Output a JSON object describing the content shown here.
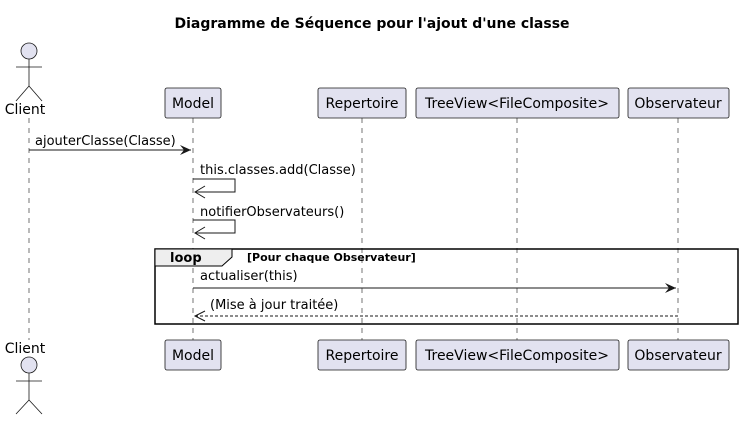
{
  "title": "Diagramme de Séquence pour l'ajout d'une classe",
  "participants": {
    "client": "Client",
    "model": "Model",
    "repertoire": "Repertoire",
    "treeview": "TreeView<FileComposite>",
    "observateur": "Observateur"
  },
  "messages": {
    "m1": "ajouterClasse(Classe)",
    "m2": "this.classes.add(Classe)",
    "m3": "notifierObservateurs()",
    "m4": "actualiser(this)",
    "m5": "(Mise à jour traitée)"
  },
  "loop": {
    "keyword": "loop",
    "guard": "[Pour chaque Observateur]"
  }
}
